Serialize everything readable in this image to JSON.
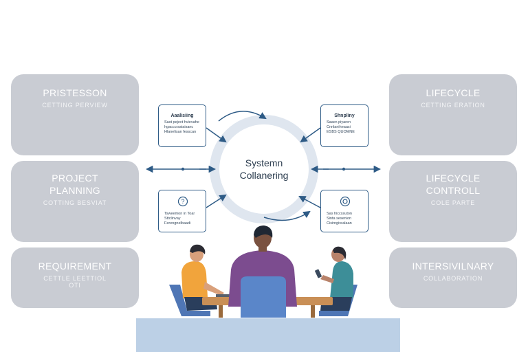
{
  "left_boxes": [
    {
      "title_lines": [
        "PRISTESSON"
      ],
      "subtitle": "CETTING PERVIEW"
    },
    {
      "title_lines": [
        "PROJECT",
        "PLANNING"
      ],
      "subtitle": "COTTING BESVIAT"
    },
    {
      "title_lines": [
        "REQUIREMENT"
      ],
      "subtitle": "CETTLE  LEETTIOL OTI"
    }
  ],
  "right_boxes": [
    {
      "title_lines": [
        "LIFECYCLE"
      ],
      "subtitle": "CETTING ERATION"
    },
    {
      "title_lines": [
        "LIFECYCLE",
        "CONTROLL"
      ],
      "subtitle": "COLE PARTE"
    },
    {
      "title_lines": [
        "INTERSIVILNARY"
      ],
      "subtitle": "COLLABORATION"
    }
  ],
  "center": {
    "line1": "Systemn",
    "line2": "Collanering"
  },
  "mini_cards": [
    {
      "heading": "Aaalisiing",
      "lines": [
        "Sast peject hvievahe",
        "hgacccrasiaisanc",
        "Hlanelisan fesscan"
      ]
    },
    {
      "heading": "Shnpliny",
      "lines": [
        "Saacn piyaren",
        "Cnnlaniheaasi",
        "ESBS QUOMNE"
      ]
    },
    {
      "heading": "",
      "icon": "question-icon",
      "lines": [
        "Tsweemon in Toar",
        "Sttclinvay",
        "Ferengnelbaadi"
      ]
    },
    {
      "heading": "",
      "icon": "target-icon",
      "lines": [
        "Sas hiccssuton",
        "Sinta sesenion",
        "Cisirngirealaan"
      ]
    }
  ],
  "colors": {
    "box_fill": "#c9ccd3",
    "ring": "#dfe6ef",
    "arrow": "#2e5b86",
    "base": "#bcd0e6"
  }
}
